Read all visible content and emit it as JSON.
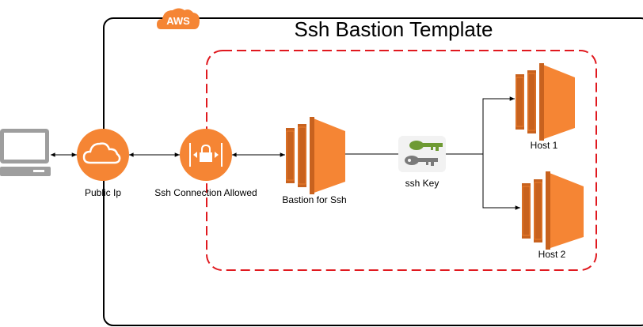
{
  "cloud": {
    "badge": "AWS",
    "title": "Ssh Bastion Template"
  },
  "nodes": {
    "client": {
      "icon": "laptop-icon"
    },
    "public_ip": {
      "label": "Public Ip",
      "icon": "cloud-icon"
    },
    "ssh_connection": {
      "label": "Ssh Connection Allowed",
      "icon": "lock-gateway-icon"
    },
    "bastion": {
      "label": "Bastion for Ssh",
      "icon": "ec2-instance-icon"
    },
    "ssh_key": {
      "label": "ssh Key",
      "icon": "keys-icon"
    },
    "host1": {
      "label": "Host 1",
      "icon": "ec2-instance-icon"
    },
    "host2": {
      "label": "Host 2",
      "icon": "ec2-instance-icon"
    }
  },
  "colors": {
    "aws_orange": "#f58534",
    "ec2_dark": "#c8621e",
    "ec2_light": "#f58534",
    "security_group_border": "#e0191f",
    "client_gray": "#9e9e9e",
    "key_green": "#6e9a33",
    "key_gray": "#7a7a7a"
  }
}
